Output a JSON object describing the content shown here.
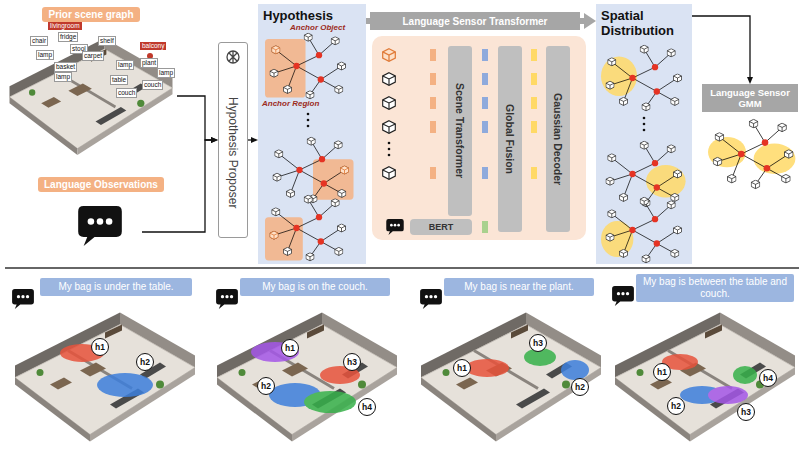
{
  "diagram": {
    "nodes": [
      {
        "text": [
          "Prior scene graph"
        ]
      },
      {
        "text": [
          "Language Observations"
        ]
      },
      {
        "text": [
          "Hypothesis Proposer"
        ]
      },
      {
        "text": [
          "Hypothesis"
        ]
      },
      {
        "text": [
          "Language Sensor Transformer"
        ]
      },
      {
        "text": [
          "Scene Transformer"
        ]
      },
      {
        "text": [
          "Global Fusion"
        ]
      },
      {
        "text": [
          "Gaussian Decoder"
        ]
      },
      {
        "text": [
          "BERT"
        ]
      },
      {
        "text": [
          "Spatial Distribution"
        ]
      },
      {
        "text": [
          "Language Sensor GMM"
        ]
      },
      {
        "text": [
          "My bag is under the table."
        ]
      },
      {
        "text": [
          "My bag is on the couch."
        ]
      },
      {
        "text": [
          "My bag is near the plant."
        ]
      },
      {
        "text": [
          "My bag is between the table and couch."
        ]
      }
    ],
    "edges": [
      {
        "from": 0,
        "to": 2,
        "arrow": "to"
      },
      {
        "from": 1,
        "to": 2,
        "arrow": "to"
      },
      {
        "from": 2,
        "to": 3,
        "arrow": "to"
      },
      {
        "from": 3,
        "to": 4,
        "arrow": "none"
      },
      {
        "from": 4,
        "to": 9,
        "arrow": "to"
      },
      {
        "from": 9,
        "to": 10,
        "arrow": "to"
      }
    ],
    "labels": [
      "livingroom",
      "balcony",
      "chair",
      "fridge",
      "stool",
      "shelf",
      "lamp",
      "carpet",
      "plant",
      "lamp",
      "basket",
      "lamp",
      "table",
      "couch",
      "lamp",
      "couch",
      "Anchor Object",
      "Anchor Region",
      "h1",
      "h2",
      "h1",
      "h2",
      "h3",
      "h4",
      "h1",
      "h2",
      "h3",
      "h1",
      "h2",
      "h3",
      "h4"
    ]
  }
}
